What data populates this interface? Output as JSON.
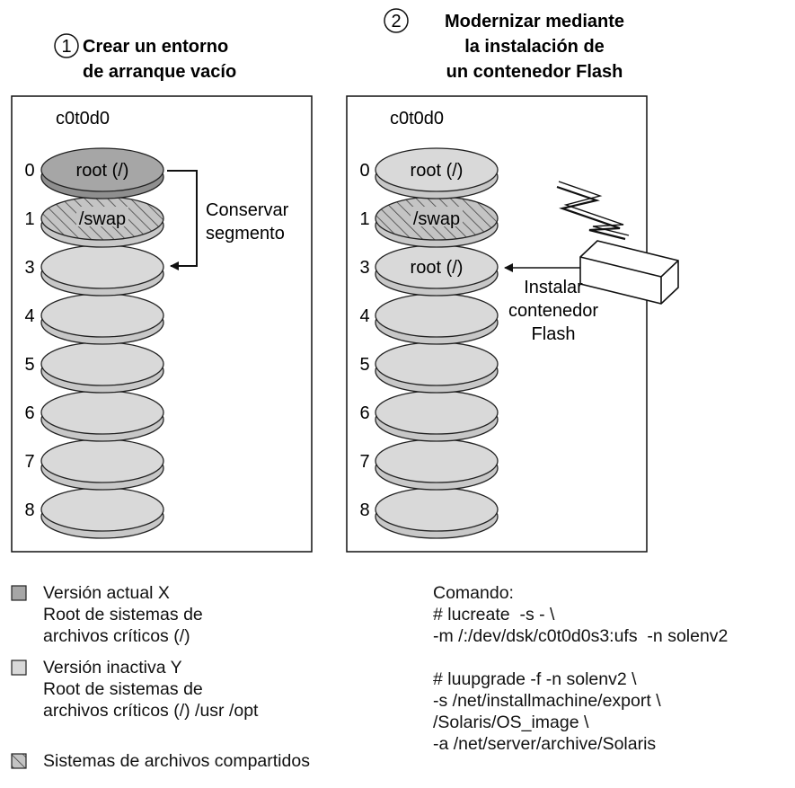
{
  "panels": [
    {
      "step": "1",
      "title_lines": [
        "Crear un entorno",
        "de arranque vacío"
      ],
      "disk": "c0t0d0",
      "slices": [
        {
          "num": "0",
          "label": "root (/)",
          "style": "current"
        },
        {
          "num": "1",
          "label": "/swap",
          "style": "shared"
        },
        {
          "num": "3",
          "label": "",
          "style": "inactive"
        },
        {
          "num": "4",
          "label": "",
          "style": "inactive"
        },
        {
          "num": "5",
          "label": "",
          "style": "inactive"
        },
        {
          "num": "6",
          "label": "",
          "style": "inactive"
        },
        {
          "num": "7",
          "label": "",
          "style": "inactive"
        },
        {
          "num": "8",
          "label": "",
          "style": "inactive"
        }
      ],
      "annotation_lines": [
        "Conservar",
        "segmento"
      ]
    },
    {
      "step": "2",
      "title_lines": [
        "Modernizar mediante",
        "la instalación de",
        "un contenedor Flash"
      ],
      "disk": "c0t0d0",
      "slices": [
        {
          "num": "0",
          "label": "root (/)",
          "style": "inactive"
        },
        {
          "num": "1",
          "label": "/swap",
          "style": "shared"
        },
        {
          "num": "3",
          "label": "root (/)",
          "style": "inactive"
        },
        {
          "num": "4",
          "label": "",
          "style": "inactive"
        },
        {
          "num": "5",
          "label": "",
          "style": "inactive"
        },
        {
          "num": "6",
          "label": "",
          "style": "inactive"
        },
        {
          "num": "7",
          "label": "",
          "style": "inactive"
        },
        {
          "num": "8",
          "label": "",
          "style": "inactive"
        }
      ],
      "annotation_lines": [
        "Instalar",
        "contenedor",
        "Flash"
      ]
    }
  ],
  "legend": [
    {
      "style": "current",
      "lines": [
        "Versión actual X",
        "Root de sistemas de",
        "archivos críticos (/)"
      ]
    },
    {
      "style": "inactive",
      "lines": [
        "Versión inactiva Y",
        "Root de sistemas de",
        "archivos críticos (/) /usr /opt"
      ]
    },
    {
      "style": "shared",
      "lines": [
        "Sistemas de archivos compartidos"
      ]
    }
  ],
  "command": {
    "heading": "Comando:",
    "lines": [
      "# lucreate  -s - \\",
      "-m /:/dev/dsk/c0t0d0s3:ufs  -n solenv2",
      "",
      "# luupgrade -f -n solenv2 \\",
      "-s /net/installmachine/export \\",
      "/Solaris/OS_image \\",
      "-a /net/server/archive/Solaris"
    ]
  },
  "colors": {
    "current": "#a6a6a6",
    "inactive": "#d9d9d9",
    "shared": "#c4c4c4",
    "stroke": "#222222"
  }
}
